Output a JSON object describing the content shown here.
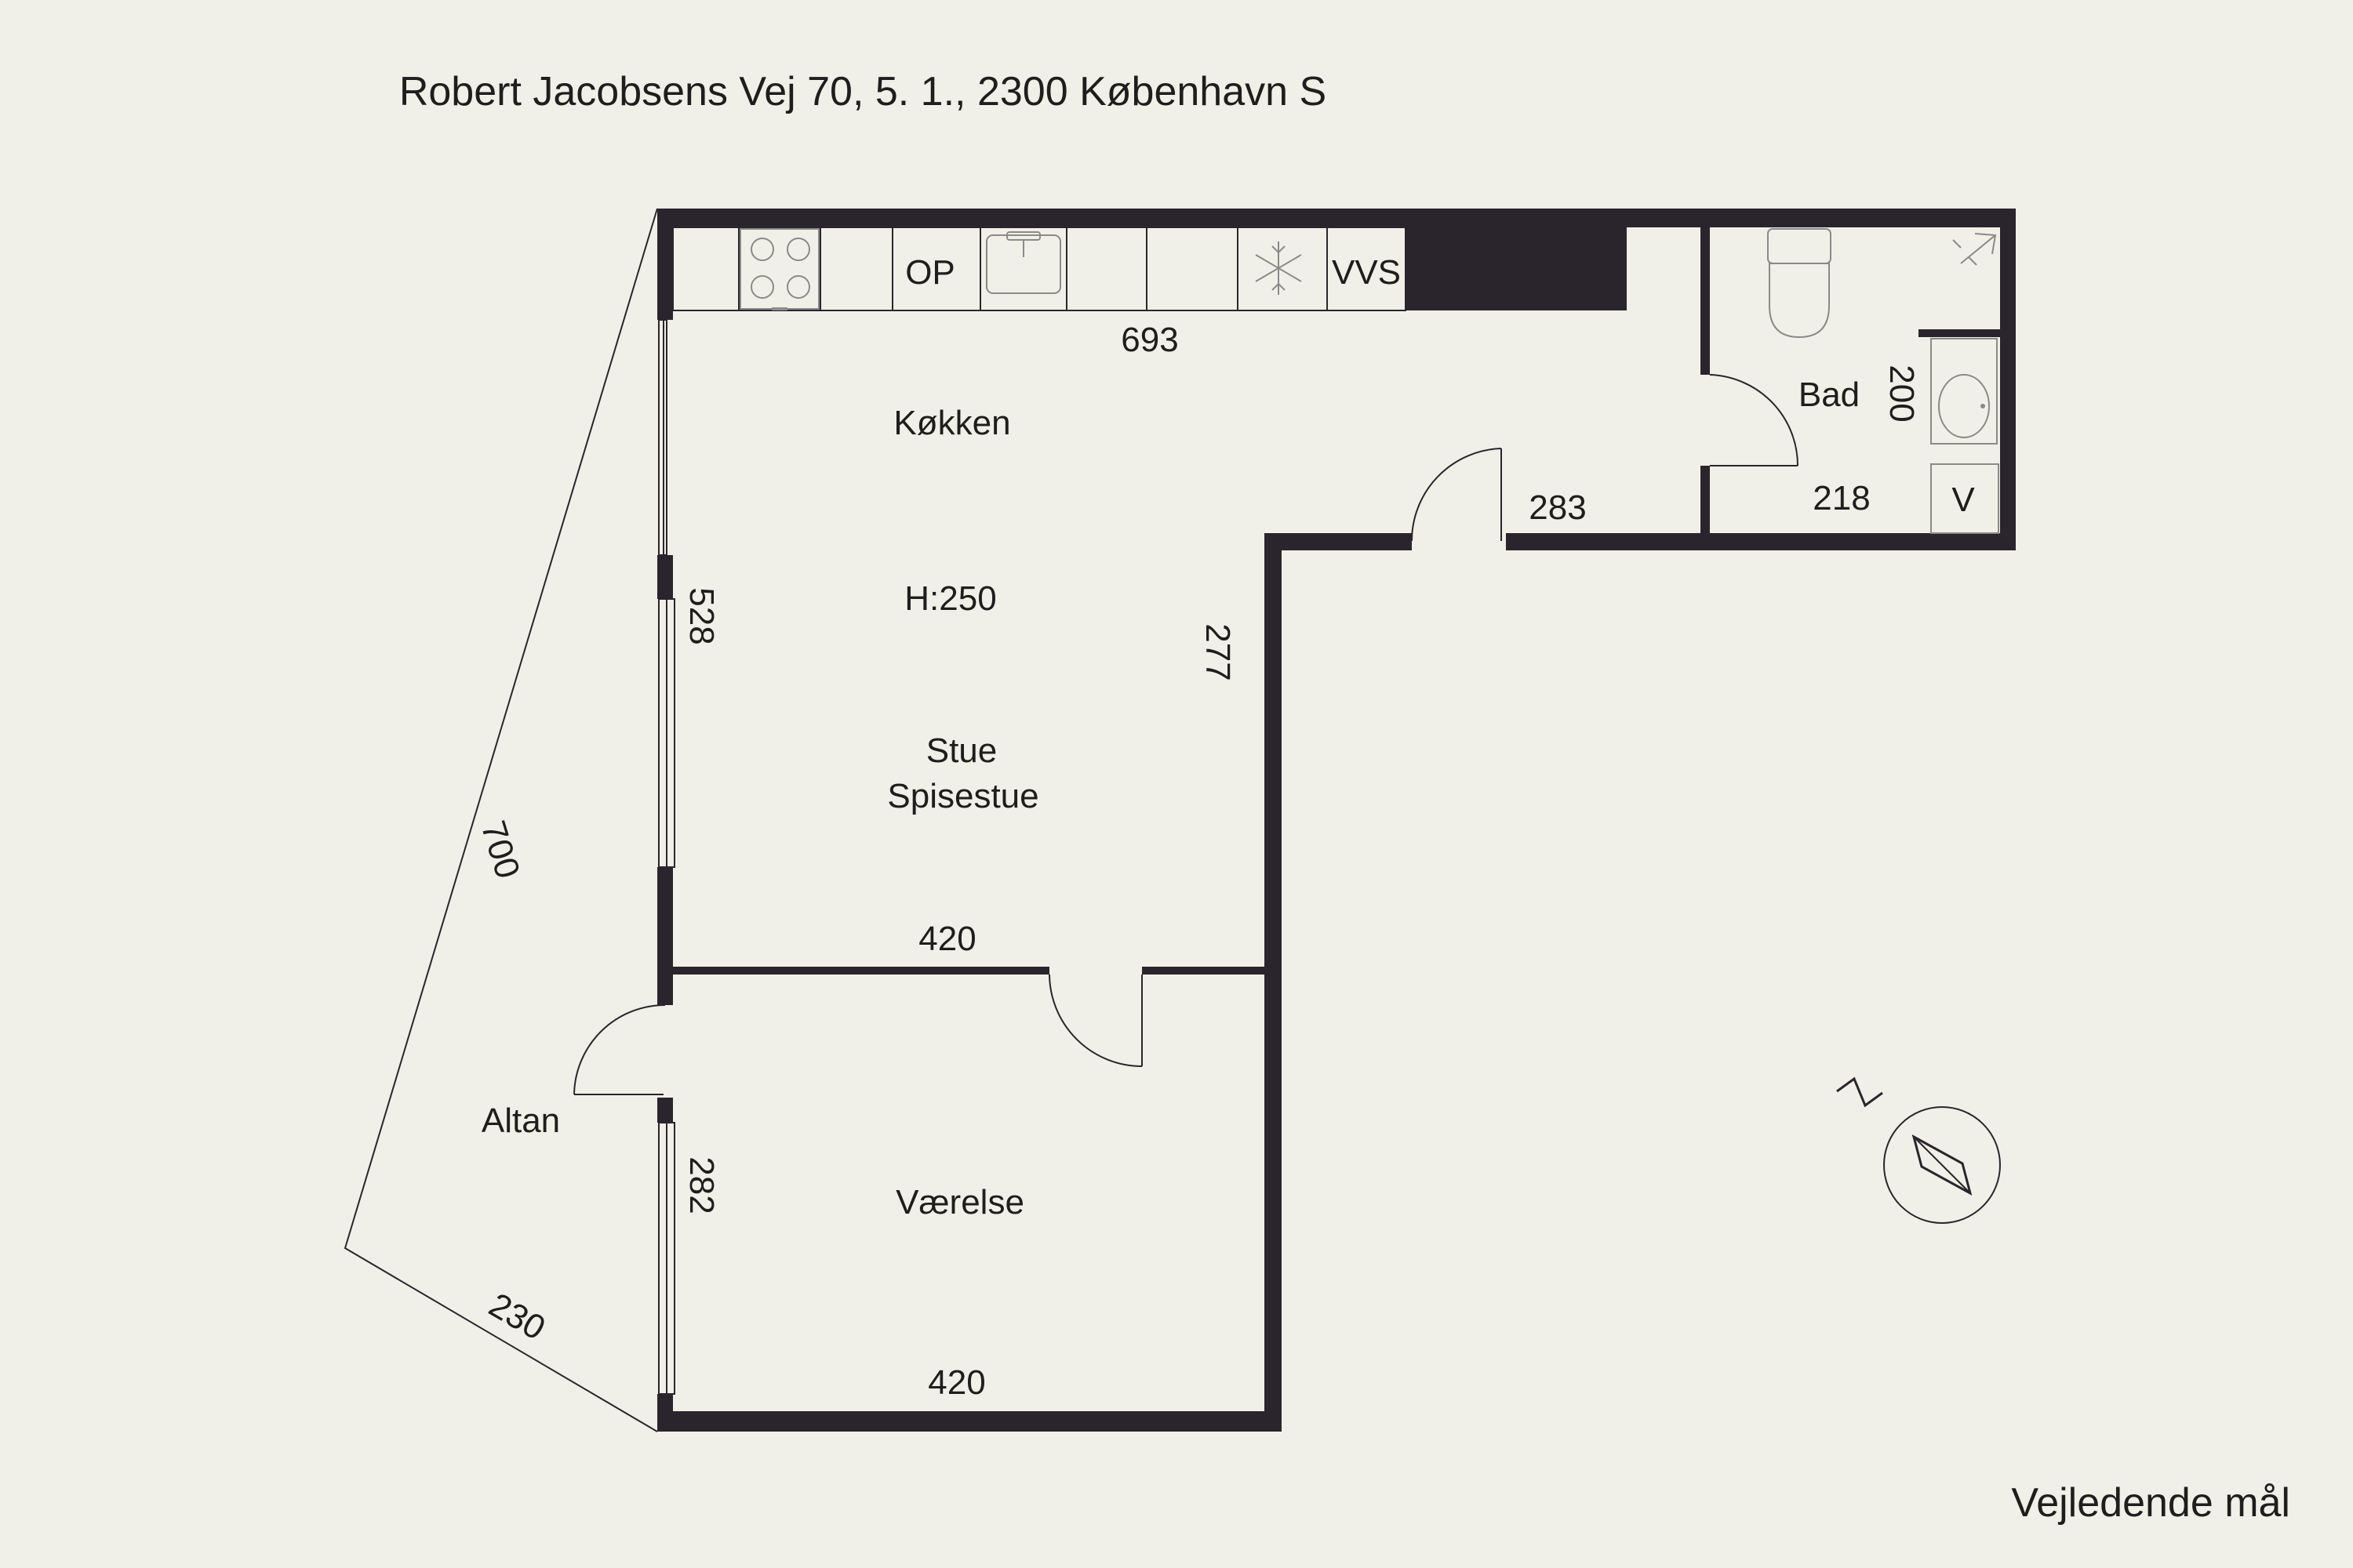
{
  "title": "Robert Jacobsens Vej 70, 5. 1., 2300 København S",
  "note": "Vejledende mål",
  "rooms": {
    "kitchen": "Køkken",
    "height": "H:250",
    "living_1": "Stue",
    "living_2": "Spisestue",
    "bedroom": "Værelse",
    "bath": "Bad",
    "balcony": "Altan"
  },
  "fixtures": {
    "op": "OP",
    "vvs": "VVS",
    "v": "V"
  },
  "dimensions": {
    "kitchen_top": "693",
    "left_upper": "528",
    "inner_right": "277",
    "corridor": "283",
    "bath_width": "218",
    "bath_height": "200",
    "living_width": "420",
    "bedroom_width": "420",
    "bedroom_left": "282",
    "balcony_long": "700",
    "balcony_short": "230"
  },
  "compass": {
    "label": "N"
  },
  "colors": {
    "background": "#f1f0e8",
    "wall": "#2a252d",
    "line": "#2a252d",
    "fixture": "#8a8a8a"
  }
}
